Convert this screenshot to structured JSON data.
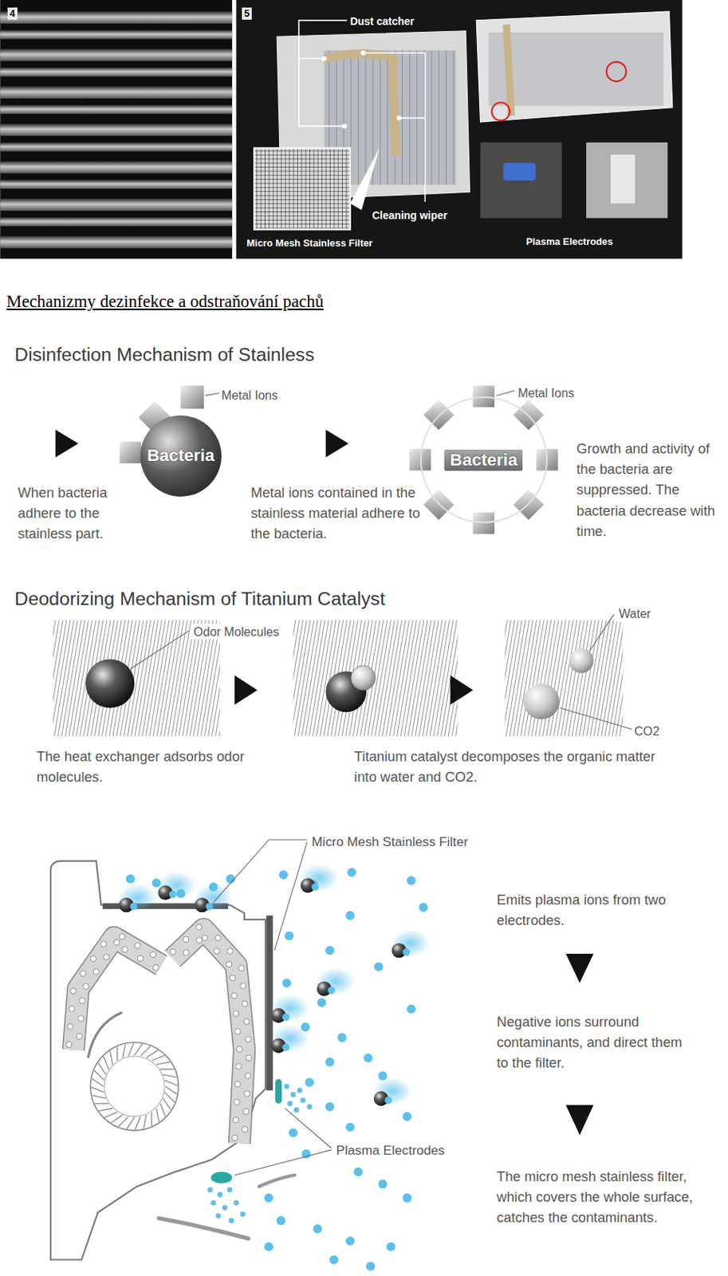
{
  "diagram": {
    "title": "Mechanizmy dezinfekce a odstraňování pachů",
    "nodes": [
      {
        "text": [
          "Bacteria"
        ]
      },
      {
        "text": [
          "Bacteria"
        ]
      }
    ],
    "labels": [
      "4",
      "5",
      "Dust catcher",
      "Cleaning wiper",
      "Micro Mesh Stainless Filter",
      "Plasma Electrodes",
      "Disinfection Mechanism of Stainless",
      "Metal Ions",
      "Metal Ions",
      "When bacteria adhere to the stainless part.",
      "Metal ions contained in the stainless material adhere to the bacteria.",
      "Growth and activity of the bacteria are suppressed. The bacteria decrease with time.",
      "Deodorizing Mechanism of Titanium Catalyst",
      "Odor Molecules",
      "Water",
      "CO2",
      "The heat exchanger adsorbs odor molecules.",
      "Titanium catalyst decomposes the organic matter into water and CO2.",
      "Micro Mesh Stainless Filter",
      "Plasma Electrodes",
      "Emits plasma ions from two electrodes.",
      "Negative ions surround contaminants, and direct them to the filter.",
      "The micro mesh stainless filter, which covers the whole surface, catches the contaminants."
    ]
  }
}
